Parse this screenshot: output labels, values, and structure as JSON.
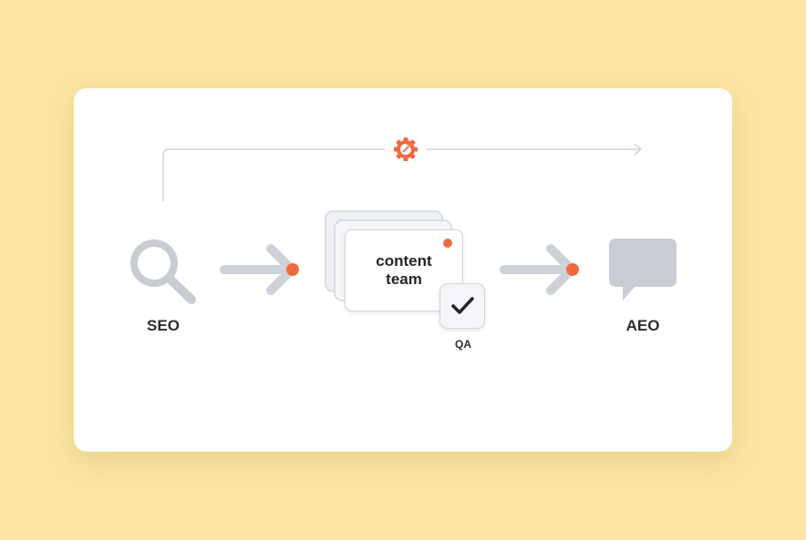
{
  "nodes": {
    "seo_label": "SEO",
    "content_label": "content\nteam",
    "qa_label": "QA",
    "aeo_label": "AEO"
  },
  "icons": {
    "search": "search-icon",
    "gear": "gear-icon",
    "check": "check-icon",
    "chat": "chat-bubble-icon"
  },
  "colors": {
    "background": "#fbe5a3",
    "card": "#ffffff",
    "accent": "#ef6a40",
    "icon_gray": "#c8ccd3",
    "text": "#2a2e34"
  }
}
